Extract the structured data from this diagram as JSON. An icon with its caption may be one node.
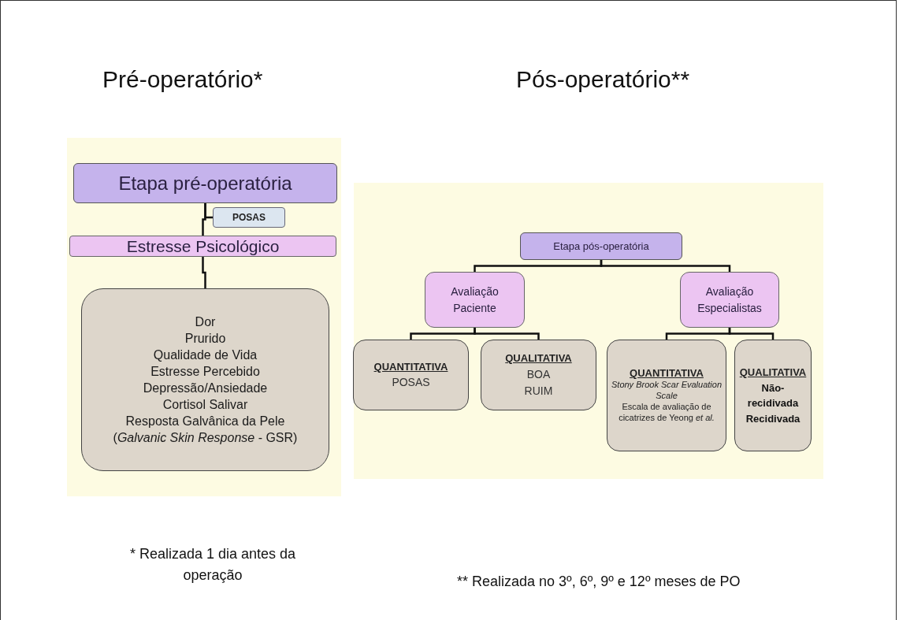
{
  "diagram": {
    "nodes": [
      {
        "text": [
          "Etapa pré-operatória"
        ]
      },
      {
        "text": [
          "POSAS"
        ]
      },
      {
        "text": [
          "Estresse Psicológico"
        ]
      },
      {
        "text": [
          "Dor",
          "Prurido",
          "Qualidade de Vida",
          "Estresse Percebido",
          "Depressão/Ansiedade",
          "Cortisol Salivar",
          "Resposta Galvânica da Pele",
          "(*Galvanic Skin Response* - GSR)"
        ]
      },
      {
        "text": [
          "Etapa pós-operatória"
        ]
      },
      {
        "text": [
          "Avaliação Paciente"
        ]
      },
      {
        "text": [
          "Avaliação Especialistas"
        ]
      },
      {
        "text": [
          "QUANTITATIVA",
          "POSAS"
        ]
      },
      {
        "text": [
          "QUALITATIVA",
          "BOA",
          "RUIM"
        ]
      },
      {
        "text": [
          "QUANTITATIVA",
          "*Stony Brook Scar Evaluation Scale*",
          "Escala de avaliação de cicatrizes de Yeong *et al.*"
        ]
      },
      {
        "text": [
          "QUALITATIVA",
          "Não-recidivada",
          "Recidivada"
        ]
      }
    ],
    "edges": [
      {
        "from": 0,
        "to": 1,
        "arrow": "none"
      },
      {
        "from": 0,
        "to": 2,
        "arrow": "none"
      },
      {
        "from": 2,
        "to": 3,
        "arrow": "none"
      },
      {
        "from": 4,
        "to": 5,
        "arrow": "none"
      },
      {
        "from": 4,
        "to": 6,
        "arrow": "none"
      },
      {
        "from": 5,
        "to": 7,
        "arrow": "none"
      },
      {
        "from": 5,
        "to": 8,
        "arrow": "none"
      },
      {
        "from": 6,
        "to": 9,
        "arrow": "none"
      },
      {
        "from": 6,
        "to": 10,
        "arrow": "none"
      }
    ],
    "labels": [
      "Pré-operatório*",
      "Pós-operatório**",
      "* Realizada 1 dia antes da operação",
      "** Realizada no 3º, 6º, 9º e 12º meses de PO"
    ]
  }
}
